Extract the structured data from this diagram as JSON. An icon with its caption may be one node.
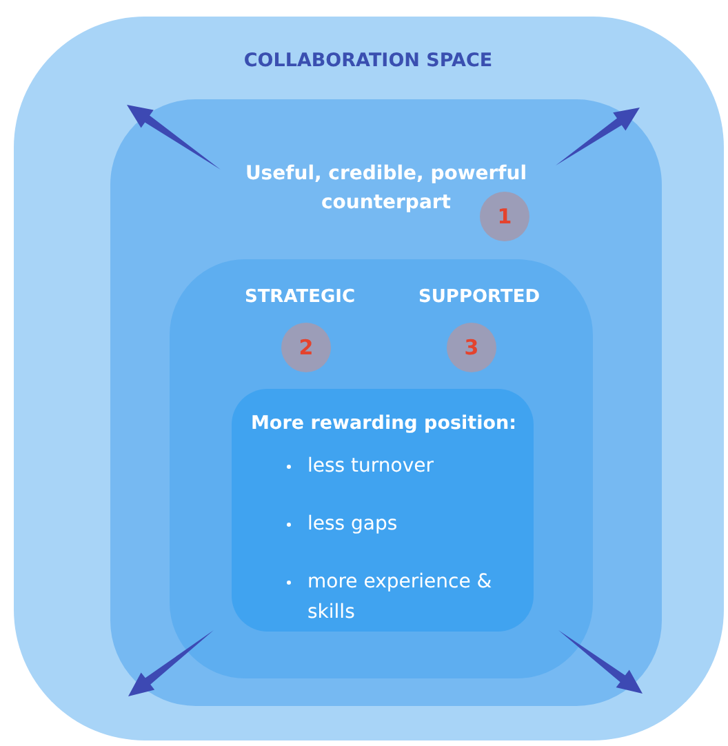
{
  "diagram": {
    "nodes": [
      {
        "text": [
          "COLLABORATION SPACE"
        ]
      },
      {
        "text": [
          "Useful, credible, powerful counterpart"
        ],
        "in": 0
      },
      {
        "text": [
          "1"
        ],
        "in": 1
      },
      {
        "text": [
          "STRATEGIC",
          "SUPPORTED"
        ],
        "in": 1
      },
      {
        "text": [
          "2"
        ],
        "in": 3
      },
      {
        "text": [
          "3"
        ],
        "in": 3
      },
      {
        "text": [
          "More rewarding position:",
          "less turnover",
          "less gaps",
          "more experience & skills"
        ],
        "in": 3
      }
    ]
  }
}
